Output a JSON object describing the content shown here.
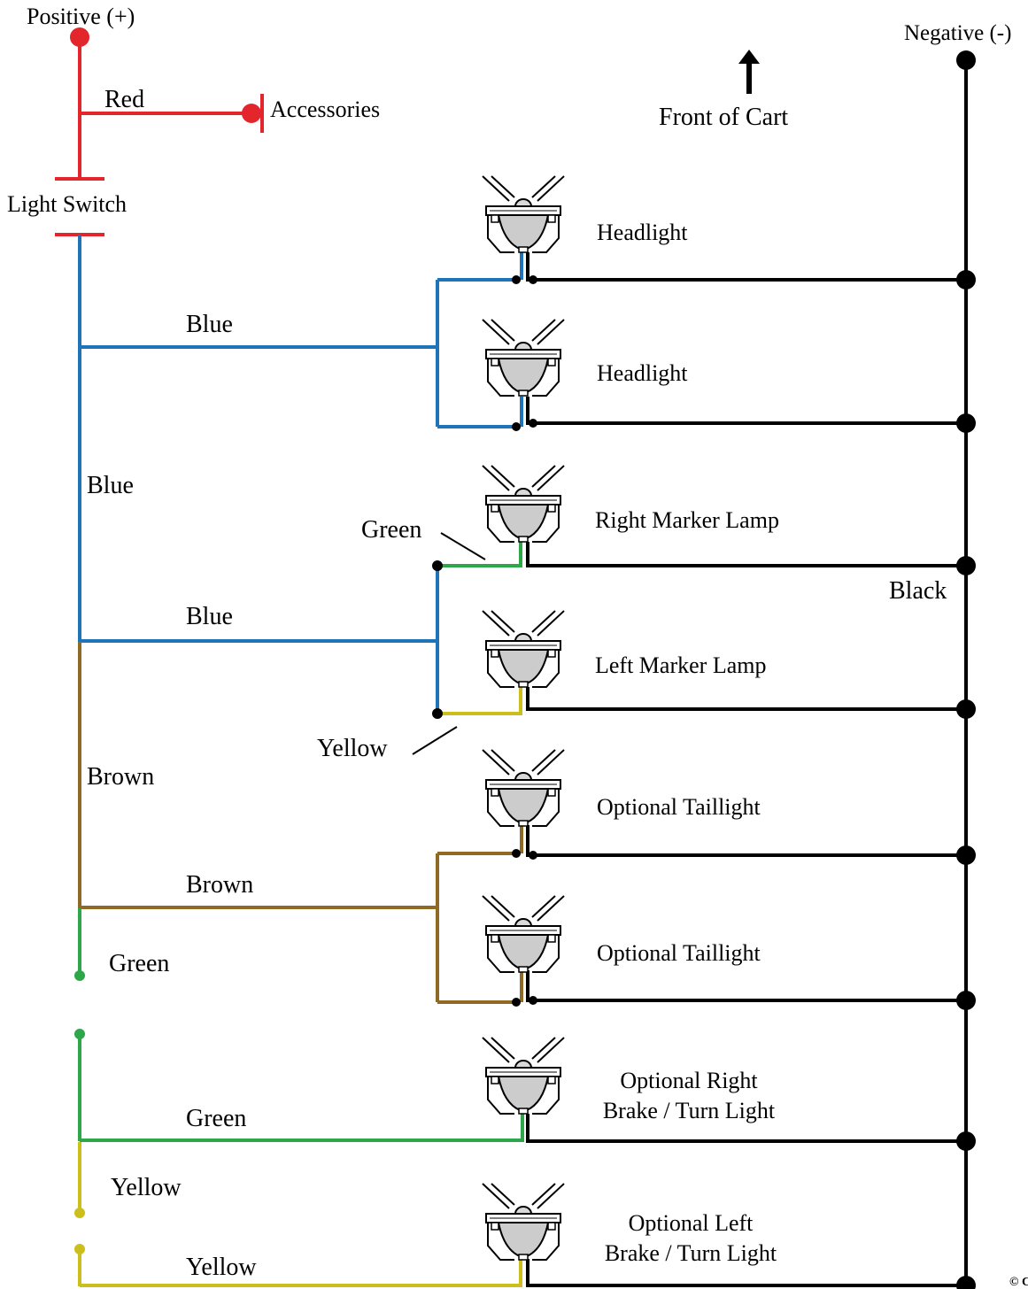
{
  "colors": {
    "red": "#e3262c",
    "blue": "#1f74b9",
    "brown": "#8f6a25",
    "green": "#2ea64a",
    "yellow": "#cdbf1b",
    "black": "#000000"
  },
  "terminals": {
    "positive": "Positive (+)",
    "negative": "Negative (-)",
    "accessories": "Accessories",
    "light_switch": "Light Switch",
    "front_of_cart": "Front of Cart",
    "copyright": "© C"
  },
  "wires": {
    "red": "Red",
    "blue_1": "Blue",
    "blue_2": "Blue",
    "blue_3": "Blue",
    "green_marker": "Green",
    "yellow_marker": "Yellow",
    "brown_1": "Brown",
    "brown_2": "Brown",
    "green_1": "Green",
    "green_2": "Green",
    "yellow_1": "Yellow",
    "yellow_2": "Yellow",
    "black": "Black"
  },
  "lamps": [
    {
      "line1": "Headlight",
      "line2": "",
      "feed_color": "blue"
    },
    {
      "line1": "Headlight",
      "line2": "",
      "feed_color": "blue"
    },
    {
      "line1": "Right Marker Lamp",
      "line2": "",
      "feed_color": "green"
    },
    {
      "line1": "Left Marker Lamp",
      "line2": "",
      "feed_color": "yellow"
    },
    {
      "line1": "Optional Taillight",
      "line2": "",
      "feed_color": "brown"
    },
    {
      "line1": "Optional Taillight",
      "line2": "",
      "feed_color": "brown"
    },
    {
      "line1": "Optional Right",
      "line2": "Brake / Turn Light",
      "feed_color": "green"
    },
    {
      "line1": "Optional Left",
      "line2": "Brake / Turn Light",
      "feed_color": "yellow"
    }
  ]
}
